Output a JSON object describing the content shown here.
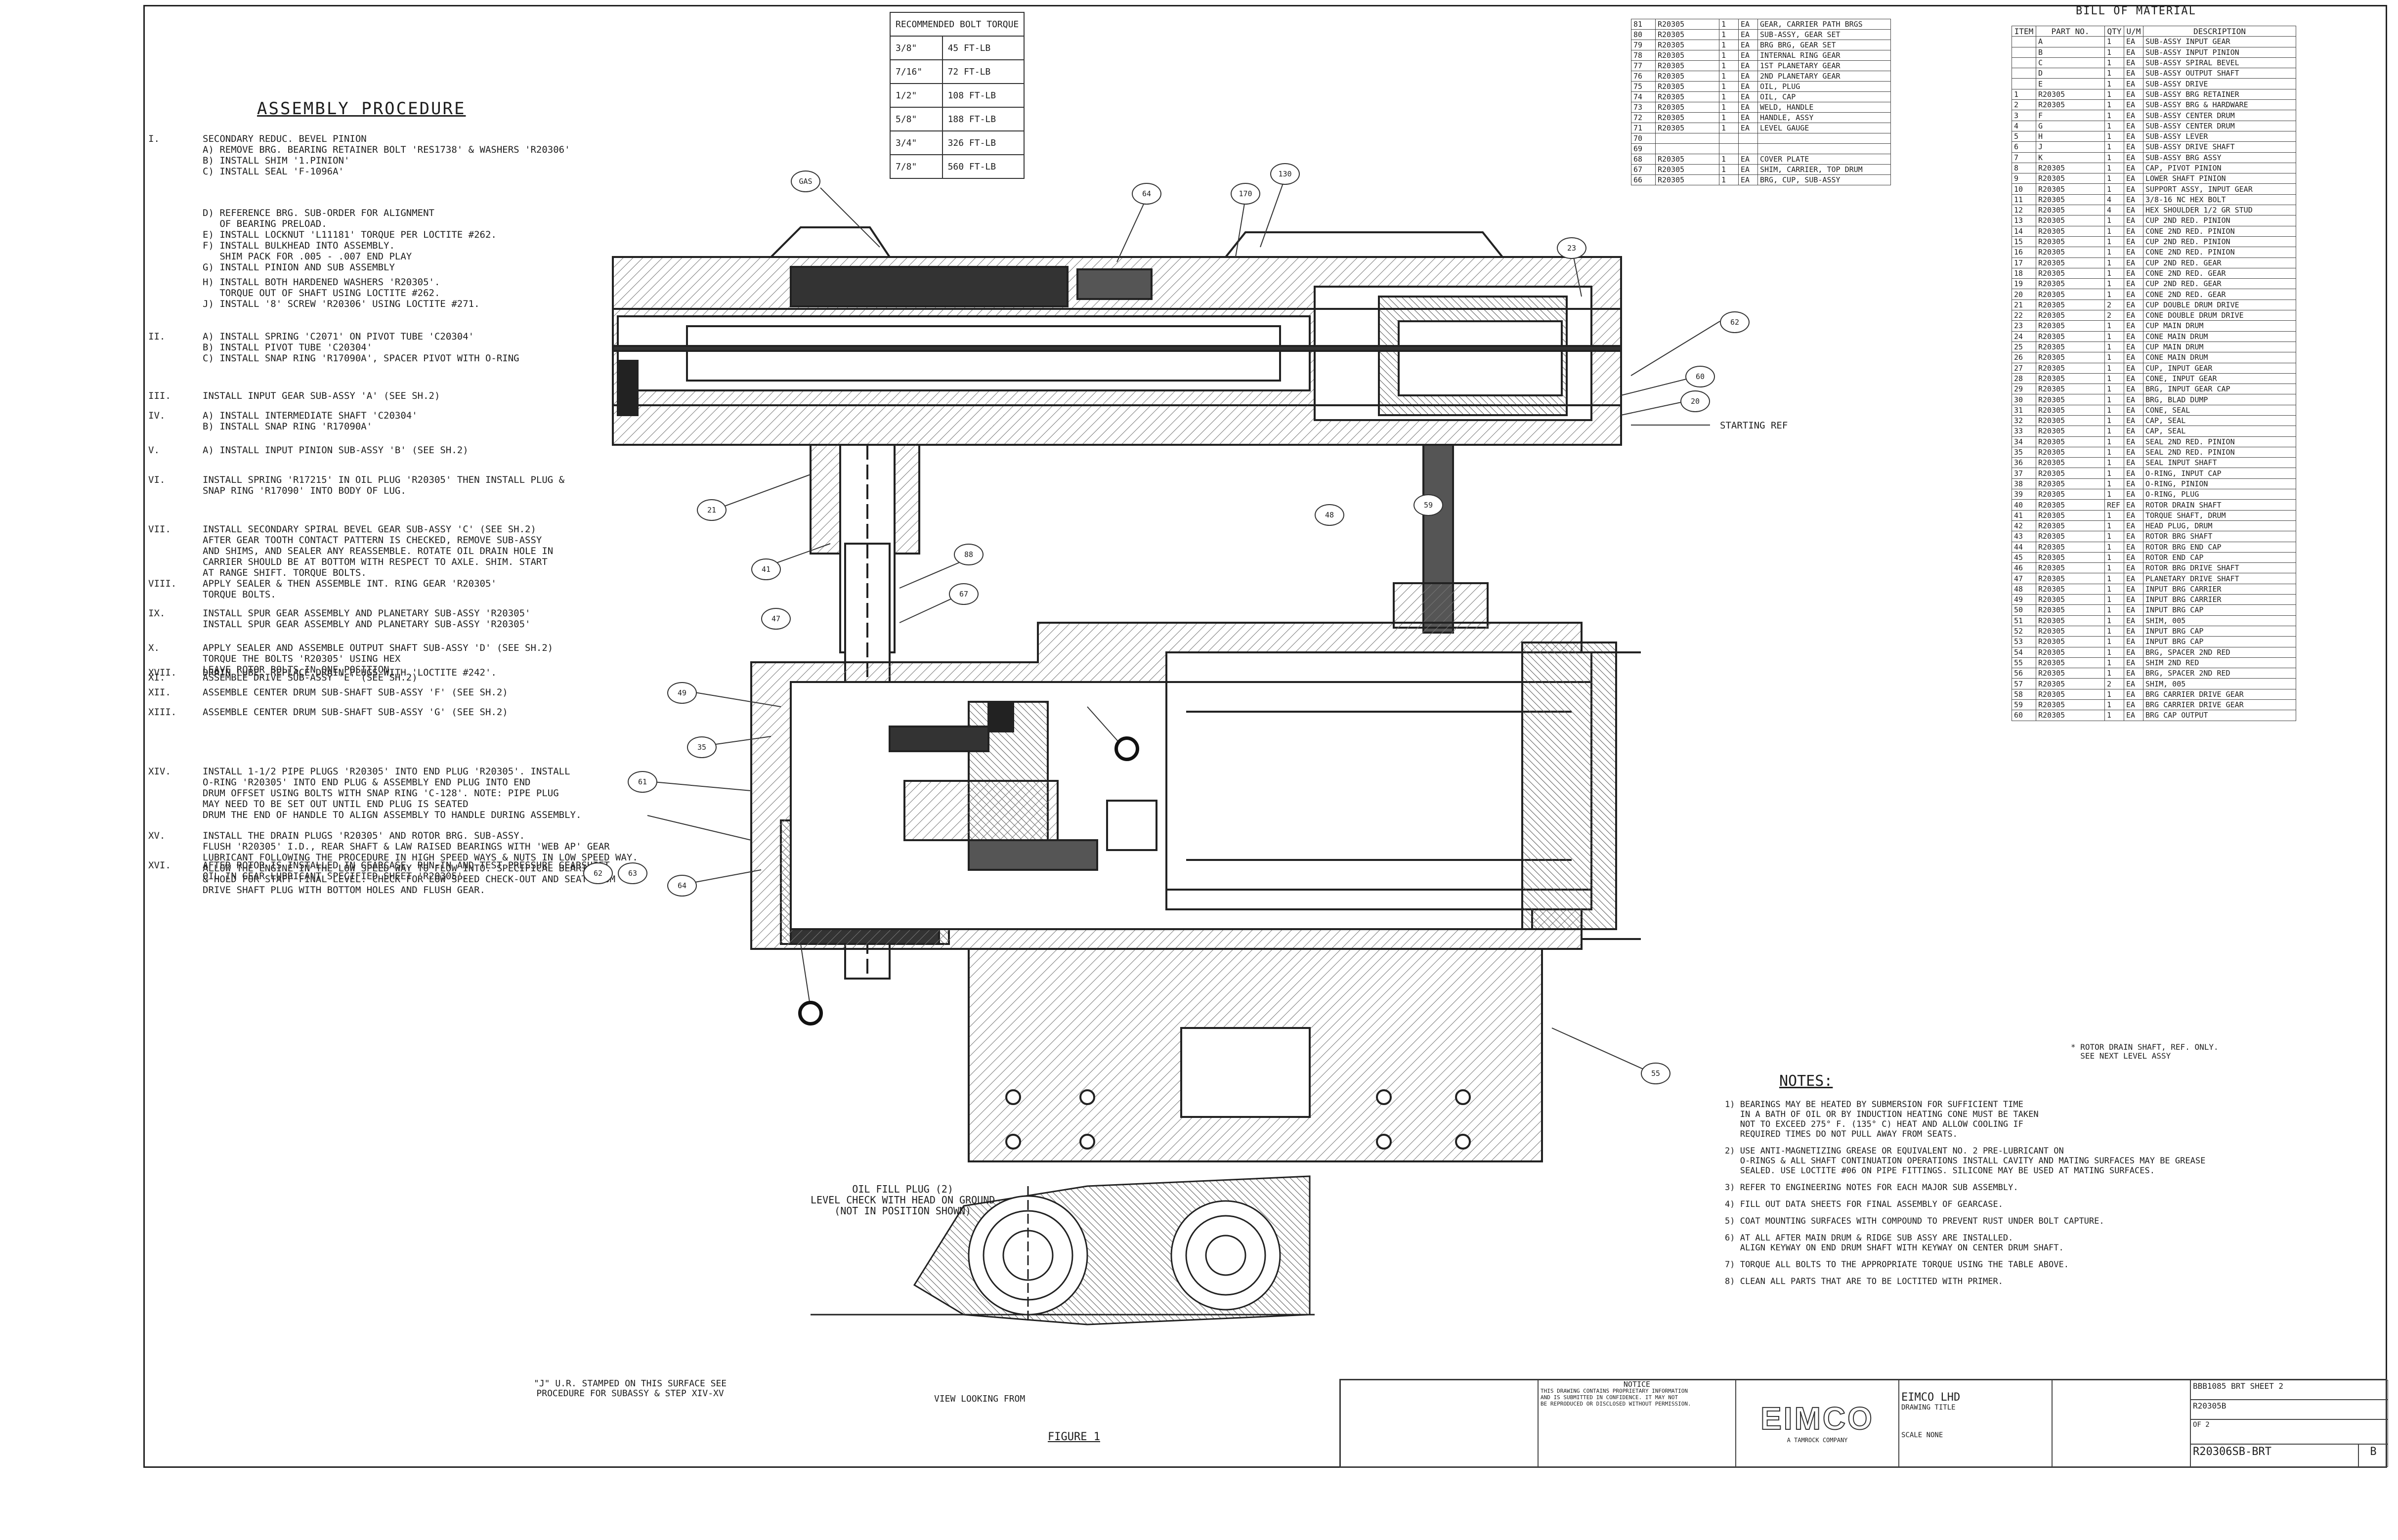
{
  "assembly_procedure": {
    "title": "ASSEMBLY PROCEDURE",
    "steps": [
      {
        "num": "I.",
        "text": "SECONDARY REDUC. BEVEL PINION\nA) REMOVE BRG. BEARING RETAINER BOLT 'RES1738' & WASHERS 'R20306'\nB) INSTALL SHIM '1.PINION'\nC) INSTALL SEAL 'F-1096A'"
      },
      {
        "num": "",
        "text": "D) REFERENCE BRG. SUB-ORDER FOR ALIGNMENT\n   OF BEARING PRELOAD.\nE) INSTALL LOCKNUT 'L11181' TORQUE PER LOCTITE #262.\nF) INSTALL BULKHEAD INTO ASSEMBLY.\n   SHIM PACK FOR .005 - .007 END PLAY\nG) INSTALL PINION AND SUB ASSEMBLY"
      },
      {
        "num": "",
        "text": "H) INSTALL BOTH HARDENED WASHERS 'R20305'.\n   TORQUE OUT OF SHAFT USING LOCTITE #262.\nJ) INSTALL '8' SCREW 'R20306' USING LOCTITE #271."
      },
      {
        "num": "II.",
        "text": "A) INSTALL SPRING 'C2071' ON PIVOT TUBE 'C20304'\nB) INSTALL PIVOT TUBE 'C20304'\nC) INSTALL SNAP RING 'R17090A', SPACER PIVOT WITH O-RING"
      },
      {
        "num": "III.",
        "text": "INSTALL INPUT GEAR SUB-ASSY 'A' (SEE SH.2)"
      },
      {
        "num": "IV.",
        "text": "A) INSTALL INTERMEDIATE SHAFT 'C20304'\nB) INSTALL SNAP RING 'R17090A'"
      },
      {
        "num": "V.",
        "text": "A) INSTALL INPUT PINION SUB-ASSY 'B' (SEE SH.2)"
      },
      {
        "num": "VI.",
        "text": "INSTALL SPRING 'R17215' IN OIL PLUG 'R20305' THEN INSTALL PLUG &\nSNAP RING 'R17090' INTO BODY OF LUG."
      },
      {
        "num": "VII.",
        "text": "INSTALL SECONDARY SPIRAL BEVEL GEAR SUB-ASSY 'C' (SEE SH.2)\nAFTER GEAR TOOTH CONTACT PATTERN IS CHECKED, REMOVE SUB-ASSY\nAND SHIMS, AND SEALER ANY REASSEMBLE. ROTATE OIL DRAIN HOLE IN\nCARRIER SHOULD BE AT BOTTOM WITH RESPECT TO AXLE. SHIM. START\nAT RANGE SHIFT. TORQUE BOLTS."
      },
      {
        "num": "VIII.",
        "text": "APPLY SEALER & THEN ASSEMBLE INT. RING GEAR 'R20305'\nTORQUE BOLTS."
      },
      {
        "num": "IX.",
        "text": "INSTALL SPUR GEAR ASSEMBLY AND PLANETARY SUB-ASSY 'R20305'\nINSTALL SPUR GEAR ASSEMBLY AND PLANETARY SUB-ASSY 'R20305'"
      },
      {
        "num": "X.",
        "text": "APPLY SEALER AND ASSEMBLE OUTPUT SHAFT SUB-ASSY 'D' (SEE SH.2)\nTORQUE THE BOLTS 'R20305' USING HEX\nLEAVE ROTOR BOLTS IN ONE POSITION."
      },
      {
        "num": "XI.",
        "text": "ASSEMBLE DRIVE SUB-ASSY 'E' (SEE SH.2)"
      },
      {
        "num": "XII.",
        "text": "ASSEMBLE CENTER DRUM SUB-SHAFT SUB-ASSY 'F' (SEE SH.2)"
      },
      {
        "num": "XIII.",
        "text": "ASSEMBLE CENTER DRUM SUB-SHAFT SUB-ASSY 'G' (SEE SH.2)"
      },
      {
        "num": "XIV.",
        "text": "INSTALL 1-1/2 PIPE PLUGS 'R20305' INTO END PLUG 'R20305'. INSTALL\nO-RING 'R20305' INTO END PLUG & ASSEMBLY END PLUG INTO END\nDRUM OFFSET USING BOLTS WITH SNAP RING 'C-128'. NOTE: PIPE PLUG\nMAY NEED TO BE SET OUT UNTIL END PLUG IS SEATED\nDRUM THE END OF HANDLE TO ALIGN ASSEMBLY TO HANDLE DURING ASSEMBLY."
      },
      {
        "num": "XV.",
        "text": "INSTALL THE DRAIN PLUGS 'R20305' AND ROTOR BRG. SUB-ASSY.\nFLUSH 'R20305' I.D., REAR SHAFT & LAW RAISED BEARINGS WITH 'WEB AP' GEAR\nLUBRICANT FOLLOWING THE PROCEDURE IN HIGH SPEED WAYS & NUTS IN LOW SPEED WAY.\nALLOW THE ENGINE IN THE LOW SPEED WAY TO FLOW INTO. SPECIFICAL BEARINGS\n& HOLD FOR STAFF FINAL LEVEL. CHECK FOR LOW SPEED CHECK-OUT AND SEAT DRUM\nDRIVE SHAFT PLUG WITH BOTTOM HOLES AND FLUSH GEAR."
      },
      {
        "num": "XVI.",
        "text": "AFTER ROTOR IS INSTALLED IN GEARCASE, RUN-IN AND TEST PRESSURE GEARSHIFT\nOIL IN GEAR LUBRICANT SPECIFIED SHEET 'R20305'."
      },
      {
        "num": "XVII.",
        "text": "DRAIN LUBE. REPLACE DRAIN PLUGS WITH 'LOCTITE #242'."
      }
    ]
  },
  "torque_table": {
    "header": "RECOMMENDED BOLT TORQUE",
    "rows": [
      [
        "3/8\"",
        "45 FT-LB"
      ],
      [
        "7/16\"",
        "72 FT-LB"
      ],
      [
        "1/2\"",
        "108 FT-LB"
      ],
      [
        "5/8\"",
        "188 FT-LB"
      ],
      [
        "3/4\"",
        "326 FT-LB"
      ],
      [
        "7/8\"",
        "560 FT-LB"
      ]
    ]
  },
  "bom": {
    "title": "BILL OF MATERIAL",
    "headers": [
      "ITEM",
      "PART NO.",
      "QTY",
      "U/M",
      "DESCRIPTION"
    ],
    "left_rows": [
      [
        "81",
        "R20305",
        "1",
        "EA",
        "GEAR, CARRIER PATH BRGS"
      ],
      [
        "80",
        "R20305",
        "1",
        "EA",
        "SUB-ASSY, GEAR SET"
      ],
      [
        "79",
        "R20305",
        "1",
        "EA",
        "BRG BRG, GEAR SET"
      ],
      [
        "78",
        "R20305",
        "1",
        "EA",
        "INTERNAL RING GEAR"
      ],
      [
        "77",
        "R20305",
        "1",
        "EA",
        "1ST PLANETARY GEAR"
      ],
      [
        "76",
        "R20305",
        "1",
        "EA",
        "2ND PLANETARY GEAR"
      ],
      [
        "75",
        "R20305",
        "1",
        "EA",
        "OIL, PLUG"
      ],
      [
        "74",
        "R20305",
        "1",
        "EA",
        "OIL, CAP"
      ],
      [
        "73",
        "R20305",
        "1",
        "EA",
        "WELD, HANDLE"
      ],
      [
        "72",
        "R20305",
        "1",
        "EA",
        "HANDLE, ASSY"
      ],
      [
        "71",
        "R20305",
        "1",
        "EA",
        "LEVEL GAUGE"
      ],
      [
        "70",
        "",
        "",
        "",
        ""
      ],
      [
        "69",
        "",
        "",
        "",
        ""
      ],
      [
        "68",
        "R20305",
        "1",
        "EA",
        "COVER PLATE"
      ],
      [
        "67",
        "R20305",
        "1",
        "EA",
        "SHIM, CARRIER, TOP DRUM"
      ],
      [
        "66",
        "R20305",
        "1",
        "EA",
        "BRG, CUP, SUB-ASSY"
      ]
    ],
    "right_rows": [
      [
        "",
        "A",
        "1",
        "EA",
        "SUB-ASSY INPUT GEAR"
      ],
      [
        "",
        "B",
        "1",
        "EA",
        "SUB-ASSY INPUT PINION"
      ],
      [
        "",
        "C",
        "1",
        "EA",
        "SUB-ASSY SPIRAL BEVEL"
      ],
      [
        "",
        "D",
        "1",
        "EA",
        "SUB-ASSY OUTPUT SHAFT"
      ],
      [
        "",
        "E",
        "1",
        "EA",
        "SUB-ASSY DRIVE"
      ],
      [
        "1",
        "R20305",
        "1",
        "EA",
        "SUB-ASSY BRG RETAINER"
      ],
      [
        "2",
        "R20305",
        "1",
        "EA",
        "SUB-ASSY BRG & HARDWARE"
      ],
      [
        "3",
        "F",
        "1",
        "EA",
        "SUB-ASSY CENTER DRUM"
      ],
      [
        "4",
        "G",
        "1",
        "EA",
        "SUB-ASSY CENTER DRUM"
      ],
      [
        "5",
        "H",
        "1",
        "EA",
        "SUB-ASSY LEVER"
      ],
      [
        "6",
        "J",
        "1",
        "EA",
        "SUB-ASSY DRIVE SHAFT"
      ],
      [
        "7",
        "K",
        "1",
        "EA",
        "SUB-ASSY BRG ASSY"
      ],
      [
        "8",
        "R20305",
        "1",
        "EA",
        "CAP, PIVOT PINION"
      ],
      [
        "9",
        "R20305",
        "1",
        "EA",
        "LOWER SHAFT PINION"
      ],
      [
        "10",
        "R20305",
        "1",
        "EA",
        "SUPPORT ASSY, INPUT GEAR"
      ],
      [
        "11",
        "R20305",
        "4",
        "EA",
        "3/8-16 NC HEX BOLT"
      ],
      [
        "12",
        "R20305",
        "4",
        "EA",
        "HEX SHOULDER 1/2 GR STUD"
      ],
      [
        "13",
        "R20305",
        "1",
        "EA",
        "CUP 2ND RED. PINION"
      ],
      [
        "14",
        "R20305",
        "1",
        "EA",
        "CONE 2ND RED. PINION"
      ],
      [
        "15",
        "R20305",
        "1",
        "EA",
        "CUP 2ND RED. PINION"
      ],
      [
        "16",
        "R20305",
        "1",
        "EA",
        "CONE 2ND RED. PINION"
      ],
      [
        "17",
        "R20305",
        "1",
        "EA",
        "CUP 2ND RED. GEAR"
      ],
      [
        "18",
        "R20305",
        "1",
        "EA",
        "CONE 2ND RED. GEAR"
      ],
      [
        "19",
        "R20305",
        "1",
        "EA",
        "CUP 2ND RED. GEAR"
      ],
      [
        "20",
        "R20305",
        "1",
        "EA",
        "CONE 2ND RED. GEAR"
      ],
      [
        "21",
        "R20305",
        "2",
        "EA",
        "CUP DOUBLE DRUM DRIVE"
      ],
      [
        "22",
        "R20305",
        "2",
        "EA",
        "CONE DOUBLE DRUM DRIVE"
      ],
      [
        "23",
        "R20305",
        "1",
        "EA",
        "CUP MAIN DRUM"
      ],
      [
        "24",
        "R20305",
        "1",
        "EA",
        "CONE MAIN DRUM"
      ],
      [
        "25",
        "R20305",
        "1",
        "EA",
        "CUP MAIN DRUM"
      ],
      [
        "26",
        "R20305",
        "1",
        "EA",
        "CONE MAIN DRUM"
      ],
      [
        "27",
        "R20305",
        "1",
        "EA",
        "CUP, INPUT GEAR"
      ],
      [
        "28",
        "R20305",
        "1",
        "EA",
        "CONE, INPUT GEAR"
      ],
      [
        "29",
        "R20305",
        "1",
        "EA",
        "BRG, INPUT GEAR CAP"
      ],
      [
        "30",
        "R20305",
        "1",
        "EA",
        "BRG, BLAD DUMP"
      ],
      [
        "31",
        "R20305",
        "1",
        "EA",
        "CONE, SEAL"
      ],
      [
        "32",
        "R20305",
        "1",
        "EA",
        "CAP, SEAL"
      ],
      [
        "33",
        "R20305",
        "1",
        "EA",
        "CAP, SEAL"
      ],
      [
        "34",
        "R20305",
        "1",
        "EA",
        "SEAL 2ND RED. PINION"
      ],
      [
        "35",
        "R20305",
        "1",
        "EA",
        "SEAL 2ND RED. PINION"
      ],
      [
        "36",
        "R20305",
        "1",
        "EA",
        "SEAL INPUT SHAFT"
      ],
      [
        "37",
        "R20305",
        "1",
        "EA",
        "O-RING, INPUT CAP"
      ],
      [
        "38",
        "R20305",
        "1",
        "EA",
        "O-RING, PINION"
      ],
      [
        "39",
        "R20305",
        "1",
        "EA",
        "O-RING, PLUG"
      ],
      [
        "40",
        "R20305",
        "REF",
        "EA",
        "ROTOR DRAIN SHAFT"
      ],
      [
        "41",
        "R20305",
        "1",
        "EA",
        "TORQUE SHAFT, DRUM"
      ],
      [
        "42",
        "R20305",
        "1",
        "EA",
        "HEAD PLUG, DRUM"
      ],
      [
        "43",
        "R20305",
        "1",
        "EA",
        "ROTOR BRG SHAFT"
      ],
      [
        "44",
        "R20305",
        "1",
        "EA",
        "ROTOR BRG END CAP"
      ],
      [
        "45",
        "R20305",
        "1",
        "EA",
        "ROTOR END CAP"
      ],
      [
        "46",
        "R20305",
        "1",
        "EA",
        "ROTOR BRG DRIVE SHAFT"
      ],
      [
        "47",
        "R20305",
        "1",
        "EA",
        "PLANETARY DRIVE SHAFT"
      ],
      [
        "48",
        "R20305",
        "1",
        "EA",
        "INPUT BRG CARRIER"
      ],
      [
        "49",
        "R20305",
        "1",
        "EA",
        "INPUT BRG CARRIER"
      ],
      [
        "50",
        "R20305",
        "1",
        "EA",
        "INPUT BRG CAP"
      ],
      [
        "51",
        "R20305",
        "1",
        "EA",
        "SHIM, 005"
      ],
      [
        "52",
        "R20305",
        "1",
        "EA",
        "INPUT BRG CAP"
      ],
      [
        "53",
        "R20305",
        "1",
        "EA",
        "INPUT BRG CAP"
      ],
      [
        "54",
        "R20305",
        "1",
        "EA",
        "BRG, SPACER 2ND RED"
      ],
      [
        "55",
        "R20305",
        "1",
        "EA",
        "SHIM 2ND RED"
      ],
      [
        "56",
        "R20305",
        "1",
        "EA",
        "BRG, SPACER 2ND RED"
      ],
      [
        "57",
        "R20305",
        "2",
        "EA",
        "SHIM, 005"
      ],
      [
        "58",
        "R20305",
        "1",
        "EA",
        "BRG CARRIER DRIVE GEAR"
      ],
      [
        "59",
        "R20305",
        "1",
        "EA",
        "BRG CARRIER DRIVE GEAR"
      ],
      [
        "60",
        "R20305",
        "1",
        "EA",
        "BRG CAP OUTPUT"
      ]
    ],
    "footnote": "* ROTOR DRAIN SHAFT, REF. ONLY.\n  SEE NEXT LEVEL ASSY"
  },
  "notes": {
    "title": "NOTES:",
    "items": [
      "1) BEARINGS MAY BE HEATED BY SUBMERSION FOR SUFFICIENT TIME\n   IN A BATH OF OIL OR BY INDUCTION HEATING CONE MUST BE TAKEN\n   NOT TO EXCEED 275° F. (135° C) HEAT AND ALLOW COOLING IF\n   REQUIRED TIMES DO NOT PULL AWAY FROM SEATS.",
      "2) USE ANTI-MAGNETIZING GREASE OR EQUIVALENT NO. 2 PRE-LUBRICANT ON\n   O-RINGS & ALL SHAFT CONTINUATION OPERATIONS INSTALL CAVITY AND MATING SURFACES MAY BE GREASE\n   SEALED. USE LOCTITE #06 ON PIPE FITTINGS. SILICONE MAY BE USED AT MATING SURFACES.",
      "3) REFER TO ENGINEERING NOTES FOR EACH MAJOR SUB ASSEMBLY.",
      "4) FILL OUT DATA SHEETS FOR FINAL ASSEMBLY OF GEARCASE.",
      "5) COAT MOUNTING SURFACES WITH COMPOUND TO PREVENT RUST UNDER BOLT CAPTURE.",
      "6) AT ALL AFTER MAIN DRUM & RIDGE SUB ASSY ARE INSTALLED.\n   ALIGN KEYWAY ON END DRUM SHAFT WITH KEYWAY ON CENTER DRUM SHAFT.",
      "7) TORQUE ALL BOLTS TO THE APPROPRIATE TORQUE USING THE TABLE ABOVE.",
      "8) CLEAN ALL PARTS THAT ARE TO BE LOCTITED WITH PRIMER."
    ]
  },
  "diagram_labels": {
    "oil_fill": "OIL FILL PLUG (2)\nLEVEL CHECK WITH HEAD ON GROUND\n(NOT IN POSITION SHOWN)",
    "view_note": "\"J\" U.R. STAMPED ON THIS SURFACE SEE\nPROCEDURE FOR SUBASSY & STEP XIV-XV",
    "view_label": "VIEW LOOKING FROM",
    "figure": "FIGURE 1",
    "ref_right": "STARTING REF"
  },
  "callouts_top": [
    "GAS",
    "64",
    "170",
    "130",
    "23",
    "62",
    "60",
    "20",
    "48",
    "59",
    "88",
    "67"
  ],
  "callouts_left": [
    "21",
    "41",
    "47",
    "49",
    "35",
    "61",
    "62",
    "63",
    "64",
    "55"
  ],
  "title_block": {
    "notice_title": "NOTICE",
    "notice_text": "THIS DRAWING CONTAINS PROPRIETARY INFORMATION\nAND IS SUBMITTED IN CONFIDENCE. IT MAY NOT\nBE REPRODUCED OR DISCLOSED WITHOUT PERMISSION.",
    "company": "EIMCO",
    "company_sub": "A TAMROCK COMPANY",
    "title_line1": "EIMCO LHD",
    "title_line2": "DRAWING TITLE",
    "scale": "SCALE NONE",
    "dwg_no_top": "BBB1085 BRT SHEET 2",
    "dwg_no_bottom": "R20305B",
    "sheet": "OF 2",
    "dwg_main": "R20306SB-BRT",
    "rev": "B"
  }
}
